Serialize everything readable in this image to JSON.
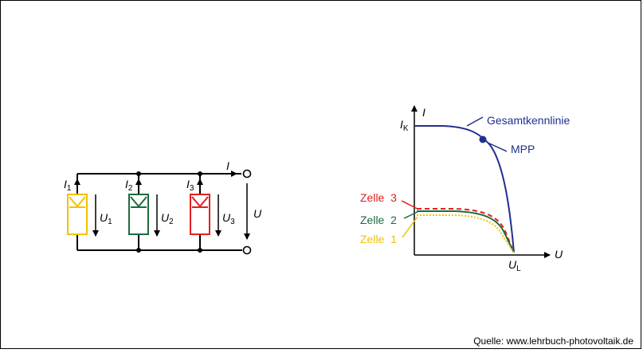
{
  "circuit": {
    "currents": [
      {
        "main": "I",
        "sub": "1"
      },
      {
        "main": "I",
        "sub": "2"
      },
      {
        "main": "I",
        "sub": "3"
      }
    ],
    "voltages": [
      {
        "main": "U",
        "sub": "1"
      },
      {
        "main": "U",
        "sub": "2"
      },
      {
        "main": "U",
        "sub": "3"
      }
    ],
    "total_current": "I",
    "total_voltage": "U"
  },
  "chart": {
    "y_axis_label": "I",
    "x_axis_label": "U",
    "ik_label": {
      "main": "I",
      "sub": "K"
    },
    "ul_label": {
      "main": "U",
      "sub": "L"
    },
    "labels": {
      "total": "Gesamtkennlinie",
      "mpp": "MPP",
      "cell3": "Zelle  3",
      "cell2": "Zelle  2",
      "cell1": "Zelle  1"
    }
  },
  "colors": {
    "cell1": "#f2c200",
    "cell2": "#1e6b3c",
    "cell3": "#e02020",
    "total": "#1f2f8f",
    "line": "#000000"
  },
  "source": "Quelle: www.lehrbuch-photovoltaik.de"
}
